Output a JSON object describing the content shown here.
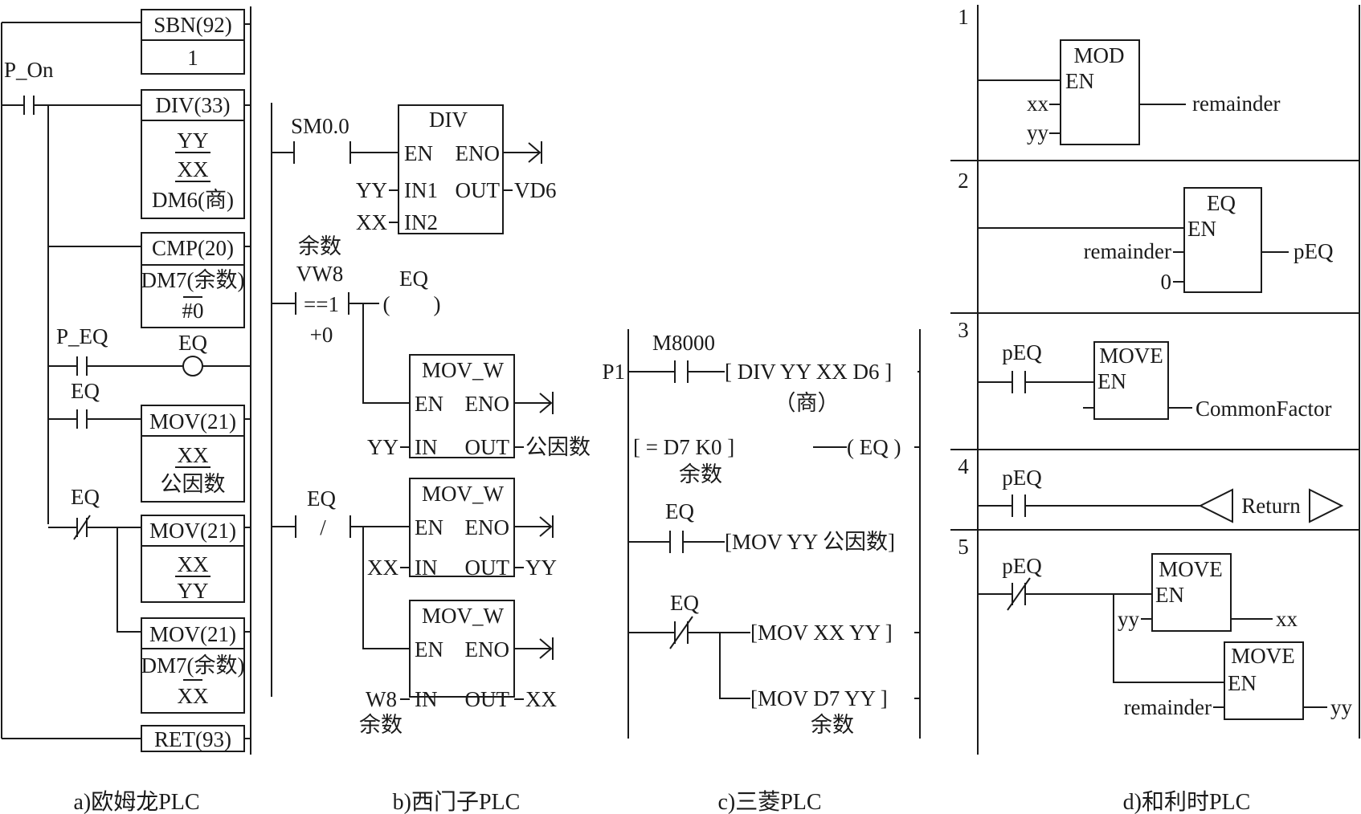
{
  "omron": {
    "caption": "a)欧姆龙PLC",
    "sbn": "SBN(92)",
    "sbn_num": "1",
    "p_on": "P_On",
    "div": "DIV(33)",
    "div_a": "YY",
    "div_b": "XX",
    "div_c": "DM6(商)",
    "cmp": "CMP(20)",
    "cmp_a": "DM7(余数)",
    "cmp_b": "#0",
    "p_eq": "P_EQ",
    "eq_coil": "EQ",
    "eq_contact": "EQ",
    "mov1": "MOV(21)",
    "mov1_a": "XX",
    "mov1_b": "公因数",
    "eq_nc": "EQ",
    "mov2": "MOV(21)",
    "mov2_a": "XX",
    "mov2_b": "YY",
    "mov3": "MOV(21)",
    "mov3_a": "DM7(余数)",
    "mov3_b": "XX",
    "ret": "RET(93)"
  },
  "siemens": {
    "caption": "b)西门子PLC",
    "sm00": "SM0.0",
    "div_title": "DIV",
    "en": "EN",
    "eno": "ENO",
    "in1": "IN1",
    "in2": "IN2",
    "out": "OUT",
    "yy": "YY",
    "xx": "XX",
    "vd6": "VD6",
    "rem_label": "余数",
    "vw8": "VW8",
    "cmp_op": "==1",
    "cmp_val": "+0",
    "eq_coil": "EQ",
    "coil_open": "(",
    "coil_close": ")",
    "mov_title": "MOV_W",
    "in": "IN",
    "mov1_in": "YY",
    "mov1_out": "公因数",
    "eq_nc": "EQ",
    "nc_slash": "/",
    "mov2_in": "XX",
    "mov2_out": "YY",
    "mov3_in": "W8",
    "mov3_in_sub": "余数",
    "mov3_out": "XX"
  },
  "mitsubishi": {
    "caption": "c)三菱PLC",
    "p1": "P1",
    "m8000": "M8000",
    "div_instr": "[ DIV YY XX D6 ]",
    "div_note": "（商）",
    "cmp_instr": "[ =     D7     K0  ]",
    "cmp_note": "余数",
    "cmp_coil": "( EQ   )",
    "eq1": "EQ",
    "mov1": "[MOV YY 公因数]",
    "eq2": "EQ",
    "mov2": "[MOV XX   YY ]",
    "mov3": "[MOV D7    YY ]",
    "mov3_note": "余数"
  },
  "hollysys": {
    "caption": "d)和利时PLC",
    "r1": "1",
    "mod": "MOD",
    "en": "EN",
    "xx": "xx",
    "yy": "yy",
    "remainder": "remainder",
    "r2": "2",
    "eq": "EQ",
    "eq_in1": "remainder",
    "eq_in2": "0",
    "peq": "pEQ",
    "r3": "3",
    "r3_contact": "pEQ",
    "move": "MOVE",
    "common": "CommonFactor",
    "r4": "4",
    "r4_contact": "pEQ",
    "ret": "Return",
    "r5": "5",
    "r5_contact": "pEQ",
    "m1_in": "yy",
    "m1_out": "xx",
    "m2_in": "remainder",
    "m2_out": "yy"
  }
}
